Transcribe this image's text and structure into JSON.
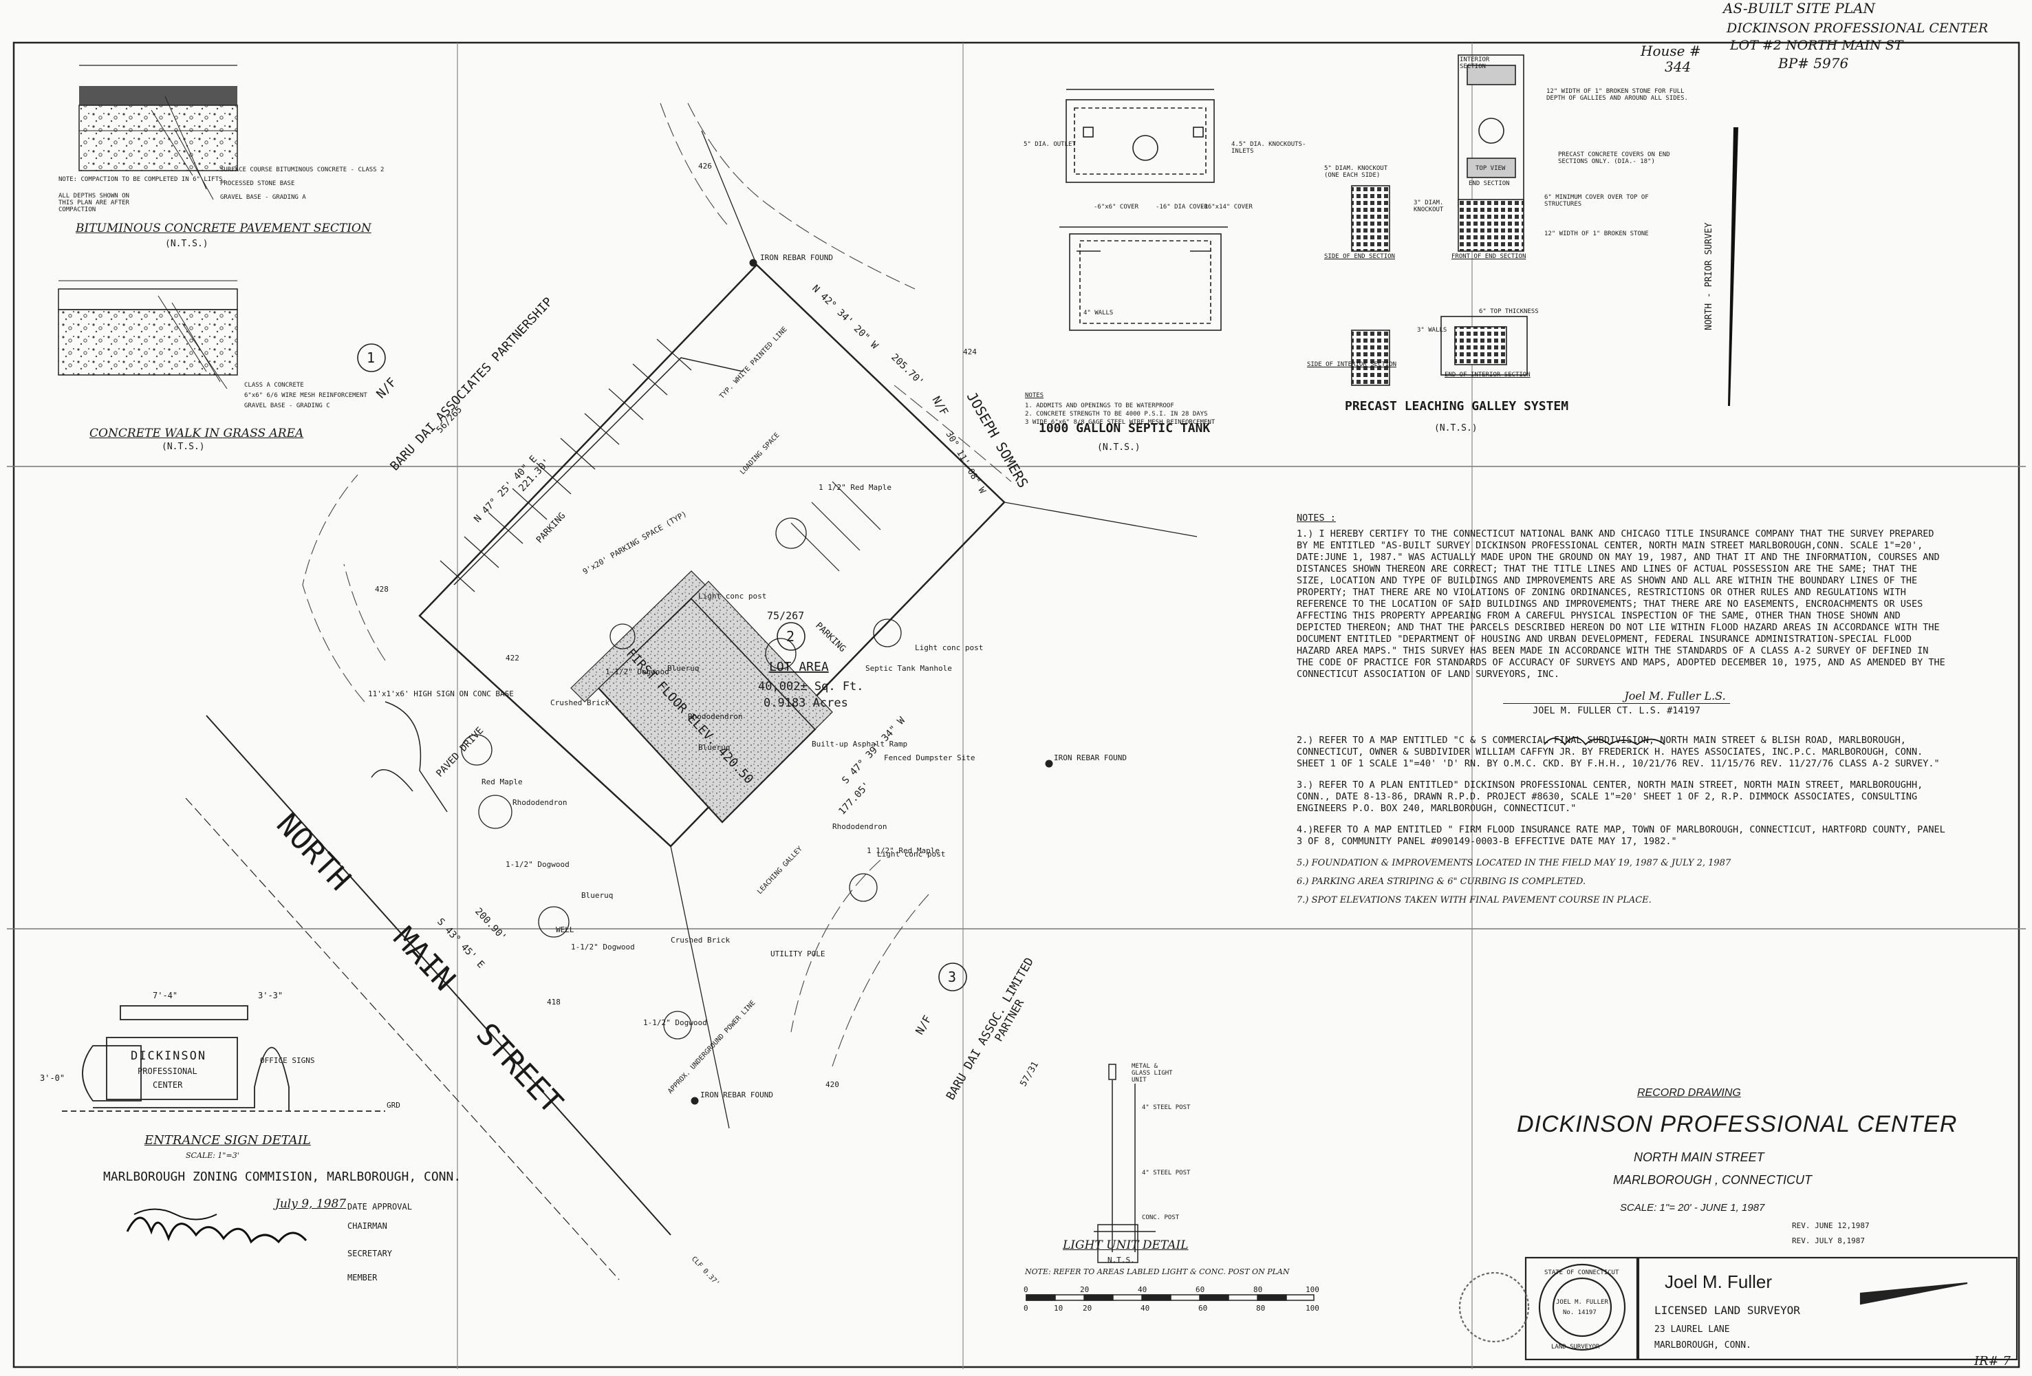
{
  "header": {
    "as_built": "AS-BUILT SITE PLAN",
    "project_line1": "DICKINSON PROFESSIONAL CENTER",
    "project_line2": "LOT #2 NORTH MAIN ST",
    "permit": "BP# 5976",
    "house_no": "House #",
    "house_val": "344"
  },
  "details": {
    "pavement_title": "BITUMINOUS CONCRETE PAVEMENT SECTION",
    "pavement_nts": "(N.T.S.)",
    "pavement_labels": [
      "SURFACE COURSE BITUMINOUS CONCRETE - CLASS 2",
      "PROCESSED STONE BASE",
      "GRAVEL BASE - GRADING A",
      "NOTE: COMPACTION TO BE COMPLETED IN 6\" LIFTS.",
      "ALL DEPTHS SHOWN ON THIS PLAN ARE AFTER COMPACTION"
    ],
    "walk_title": "CONCRETE WALK IN GRASS AREA",
    "walk_nts": "(N.T.S.)",
    "walk_labels": [
      "CLASS A CONCRETE",
      "6\"x6\" 6/6 WIRE MESH REINFORCEMENT",
      "GRAVEL BASE - GRADING C"
    ],
    "septic_title": "1000 GALLON SEPTIC TANK",
    "septic_nts": "(N.T.S.)",
    "septic_labels": [
      "5\" DIA. OUTLET",
      "4.5\" DIA. KNOCKOUTS-INLETS",
      "-6\"x6\" COVER",
      "-16\" DIA COVER",
      "-16\"x14\" COVER",
      "4\" WALLS",
      "NOTES",
      "1. ADDMITS AND OPENINGS TO BE WATERPROOF",
      "2. CONCRETE STRENGTH TO BE 4000 P.S.I. IN 28 DAYS",
      "3 WIDE 6\"x6\" 8/8 GAGE STEEL WIRE MESH REINFORCEMENT"
    ],
    "galley_title": "PRECAST LEACHING GALLEY SYSTEM",
    "galley_nts": "(N.T.S.)",
    "galley_labels": [
      "TOP VIEW",
      "SIDE OF END SECTION",
      "FRONT OF END SECTION",
      "SIDE OF INTERIOR SECTION",
      "END OF INTERIOR SECTION",
      "12\" WIDTH OF 1\" BROKEN STONE FOR FULL DEPTH OF GALLIES AND AROUND ALL SIDES.",
      "PRECAST CONCRETE COVERS ON END SECTIONS ONLY. (DIA.- 18\")",
      "6\" MINIMUM COVER OVER TOP OF STRUCTURES",
      "12\" WIDTH OF 1\" BROKEN STONE",
      "INTERIOR SECTION",
      "END SECTION",
      "5\" DIAM. KNOCKOUT (ONE EACH SIDE)",
      "3\" DIAM. KNOCKOUT",
      "6\" TOP THICKNESS",
      "3\" WALLS"
    ],
    "light_title": "LIGHT UNIT DETAIL",
    "light_nts": "N.T.S.",
    "light_note": "NOTE: REFER TO AREAS LABLED LIGHT & CONC. POST ON PLAN",
    "light_labels": [
      "METAL & GLASS LIGHT UNIT",
      "4\" STEEL POST",
      "4\" STEEL POST",
      "CONC. POST"
    ],
    "sign_title": "ENTRANCE SIGN DETAIL",
    "sign_scale": "SCALE: 1\"=3'",
    "sign_text": [
      "DICKINSON",
      "PROFESSIONAL",
      "CENTER"
    ],
    "sign_office": "OFFICE SIGNS",
    "sign_dims": [
      "7'-4\"",
      "3'-3\"",
      "3'-0\"",
      "GRD"
    ]
  },
  "plan": {
    "north_arrow": "NORTH - PRIOR SURVEY",
    "street_name": [
      "NORTH",
      "MAIN",
      "STREET"
    ],
    "lot_area_label": "LOT AREA",
    "lot_area_sqft": "40,002± Sq. Ft.",
    "lot_area_acres": "0.9183 Acres",
    "lot_number": "2",
    "lot_ref": "75/267",
    "parcel1_num": "1",
    "parcel3_num": "3",
    "abutter_nw": [
      "N/F",
      "BARU DAI ASSOCIATES PARTNERSHIP",
      "56/265"
    ],
    "abutter_ne": [
      "N/F",
      "JOSEPH SOMERS"
    ],
    "abutter_se": [
      "N/F",
      "BARU DAI ASSOC. LIMITED",
      "PARTNER",
      "57/31"
    ],
    "building_label": "FIRST FLOOR ELEV. 420.50",
    "labels": [
      "IRON REBAR FOUND",
      "IRON REBAR FOUND",
      "IRON REBAR FOUND",
      "PARKING",
      "PARKING",
      "9'x20' PARKING SPACE (TYP)",
      "TYP. WHITE PAINTED LINE",
      "LOADING SPACE",
      "1 1/2\" Red Maple",
      "1 1/2\" Red Maple",
      "Red Maple",
      "1-1/2\" Dogwood",
      "1-1/2\" Dogwood",
      "1-1/2\" Dogwood",
      "1-1/2\" Dogwood",
      "Rhododendron",
      "Rhododendron",
      "Rhododendron",
      "Blueruq",
      "Blueruq",
      "Blueruq",
      "Septic Tank Manhole",
      "Fenced Dumpster Site",
      "Built-up Asphalt Ramp",
      "Crushed Brick",
      "Crushed Brick",
      "Light conc post",
      "Light conc post",
      "Light conc post",
      "PAVED DRIVE",
      "WELL",
      "UTILITY POLE",
      "LEACHING GALLEY",
      "APPROX. UNDERGROUND POWER LINE",
      "11'x1'x6' HIGH SIGN ON CONC BASE",
      "CLF 0.37'"
    ],
    "bearings": [
      "N 47° 25' 40\" E",
      "221.30'",
      "N 42° 34' 20\" W",
      "205.70'",
      "S 47° 39' 34\" W",
      "177.05'",
      "S 43° 45' E",
      "200.90'",
      "30° 11' 08\" W"
    ],
    "contours": [
      "428",
      "426",
      "424",
      "422",
      "420",
      "418"
    ]
  },
  "notes": {
    "heading": "NOTES :",
    "items": [
      "1.) I HEREBY CERTIFY TO THE CONNECTICUT NATIONAL BANK AND CHICAGO TITLE INSURANCE COMPANY THAT THE SURVEY PREPARED BY ME ENTITLED \"AS-BUILT SURVEY DICKINSON PROFESSIONAL CENTER, NORTH MAIN STREET MARLBOROUGH,CONN. SCALE 1\"=20', DATE:JUNE 1, 1987.\" WAS ACTUALLY MADE UPON THE GROUND ON MAY 19, 1987, AND THAT IT AND THE INFORMATION, COURSES AND DISTANCES SHOWN THEREON ARE CORRECT; THAT THE TITLE LINES AND LINES OF ACTUAL POSSESSION ARE THE SAME; THAT THE SIZE, LOCATION AND TYPE OF BUILDINGS AND IMPROVEMENTS ARE AS SHOWN AND ALL ARE WITHIN THE BOUNDARY LINES OF THE PROPERTY; THAT THERE ARE NO VIOLATIONS OF ZONING ORDINANCES, RESTRICTIONS OR OTHER RULES AND REGULATIONS WITH REFERENCE TO THE LOCATION OF SAID BUILDINGS AND IMPROVEMENTS; THAT THERE ARE NO EASEMENTS, ENCROACHMENTS OR USES AFFECTING THIS PROPERTY APPEARING FROM A CAREFUL PHYSICAL INSPECTION OF THE SAME, OTHER THAN THOSE SHOWN AND DEPICTED THEREON; AND THAT THE PARCELS DESCRIBED HEREON DO NOT LIE WITHIN FLOOD HAZARD AREAS IN ACCORDANCE WITH THE DOCUMENT ENTITLED \"DEPARTMENT OF HOUSING AND URBAN DEVELOPMENT, FEDERAL INSURANCE ADMINISTRATION-SPECIAL FLOOD HAZARD AREA MAPS.\" THIS SURVEY HAS BEEN MADE IN ACCORDANCE WITH THE STANDARDS OF A CLASS A-2 SURVEY OF DEFINED IN THE CODE OF PRACTICE FOR STANDARDS OF ACCURACY OF SURVEYS AND MAPS, ADOPTED DECEMBER 10, 1975, AND AS AMENDED BY THE CONNECTICUT ASSOCIATION OF LAND SURVEYORS, INC.",
      "2.) REFER TO A MAP ENTITLED \"C & S COMMERCIAL FINAL SUBDIVISION, NORTH MAIN STREET & BLISH ROAD, MARLBOROUGH, CONNECTICUT, OWNER & SUBDIVIDER WILLIAM CAFFYN JR. BY FREDERICK H. HAYES ASSOCIATES, INC.P.C. MARLBOROUGH, CONN. SHEET 1 OF 1 SCALE 1\"=40' 'D' RN. BY O.M.C. CKD. BY F.H.H., 10/21/76 REV. 11/15/76 REV. 11/27/76 CLASS A-2 SURVEY.\"",
      "3.) REFER TO A PLAN ENTITLED\" DICKINSON PROFESSIONAL CENTER, NORTH MAIN STREET, NORTH MAIN STREET, MARLBOROUGHH, CONN., DATE 8-13-86, DRAWN R.P.D. PROJECT #8630, SCALE 1\"=20' SHEET 1 OF 2, R.P. DIMMOCK ASSOCIATES, CONSULTING ENGINEERS P.O. BOX 240, MARLBOROUGH, CONNECTICUT.\"",
      "4.)REFER TO A MAP ENTITLED \" FIRM FLOOD INSURANCE RATE MAP, TOWN OF MARLBOROUGH, CONNECTICUT, HARTFORD COUNTY, PANEL 3 OF 8, COMMUNITY PANEL #090149-0003-B EFFECTIVE DATE MAY 17, 1982.\""
    ],
    "signature": "Joel M. Fuller L.S.",
    "signature_caption": "JOEL M. FULLER CT. L.S. #14197",
    "hand_notes": [
      "5.) FOUNDATION & IMPROVEMENTS LOCATED IN THE FIELD MAY 19, 1987 & JULY 2, 1987",
      "6.) PARKING AREA STRIPING & 6\" CURBING IS COMPLETED.",
      "7.) SPOT ELEVATIONS TAKEN WITH FINAL PAVEMENT COURSE IN PLACE."
    ]
  },
  "title_block": {
    "record": "RECORD DRAWING",
    "title": "DICKINSON PROFESSIONAL CENTER",
    "street": "NORTH MAIN STREET",
    "town": "MARLBOROUGH , CONNECTICUT",
    "scale": "SCALE: 1\"= 20' - JUNE 1, 1987",
    "rev1": "REV. JUNE 12,1987",
    "rev2": "REV. JULY 8,1987",
    "surveyor": "Joel M. Fuller",
    "license": "LICENSED LAND SURVEYOR",
    "addr1": "23 LAUREL LANE",
    "addr2": "MARLBOROUGH, CONN.",
    "seal_text": "STATE OF CONNECTICUT",
    "seal_name": "JOEL M. FULLER",
    "seal_no": "No. 14197",
    "seal_bottom": "LAND SURVEYOR"
  },
  "approval": {
    "commission": "MARLBOROUGH ZONING COMMISION, MARLBOROUGH, CONN.",
    "date_value": "July 9, 1987",
    "date_label": "DATE APPROVAL",
    "chairman": "CHAIRMAN",
    "secretary": "SECRETARY",
    "member": "MEMBER"
  },
  "scale_bar": {
    "ft_ticks": [
      "0",
      "20",
      "40",
      "60",
      "80",
      "100"
    ],
    "m_ticks": [
      "0",
      "10",
      "20",
      "40",
      "60",
      "80",
      "100"
    ]
  },
  "corner": "IR# 7"
}
